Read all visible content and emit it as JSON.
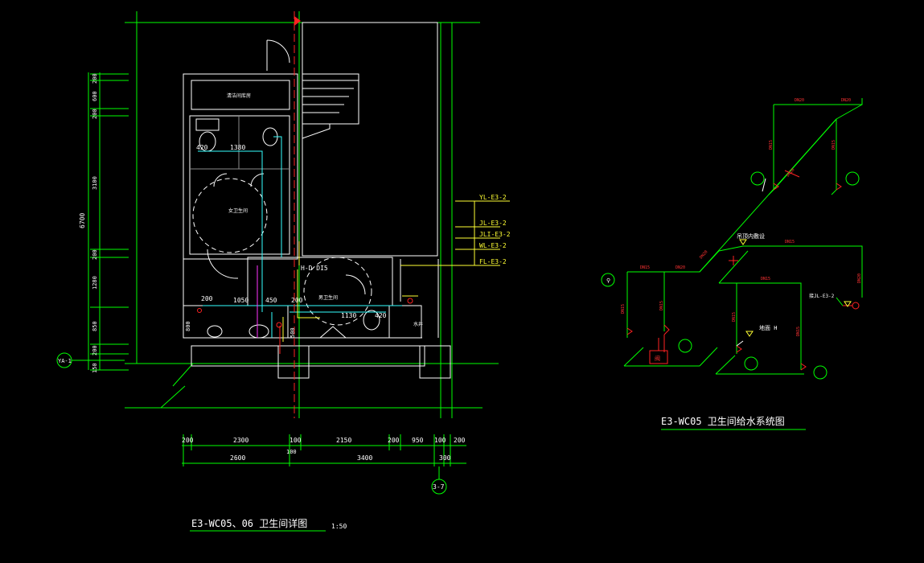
{
  "plan": {
    "title": "E3-WC05、06 卫生间详图",
    "scale": "1:50",
    "room_store": "清洁间库房",
    "room_female": "女卫生间",
    "room_male": "男卫生间",
    "room_water": "水井",
    "pipe_label": "H-D DI5",
    "grid_left": "YA-1",
    "grid_bottom": "3-7",
    "left_dims": [
      "200",
      "600",
      "200",
      "3100",
      "200",
      "1280",
      "850",
      "200",
      "150"
    ],
    "left_total": "6700",
    "inner_dims": [
      "420",
      "1380",
      "200",
      "1050",
      "450",
      "200",
      "1130",
      "420",
      "800",
      "500"
    ],
    "bottom_dims": [
      "200",
      "2300",
      "100",
      "2150",
      "200",
      "950",
      "100",
      "200"
    ],
    "bottom_totals": [
      "2600",
      "100",
      "3400",
      "300"
    ],
    "riser_labels": [
      "YL-E3-2",
      "JL-E3-2",
      "JLI-E3-2",
      "WL-E3-2",
      "FL-E3-2"
    ]
  },
  "system": {
    "title": "E3-WC05 卫生间给水系统图",
    "pipe_size": "DN15",
    "pipe_size_2": "DN20",
    "label_ceiling": "吊顶内敷设",
    "label_floor": "地面 H",
    "label_riser": "接JL-E3-2",
    "valve_mark": "阀"
  }
}
